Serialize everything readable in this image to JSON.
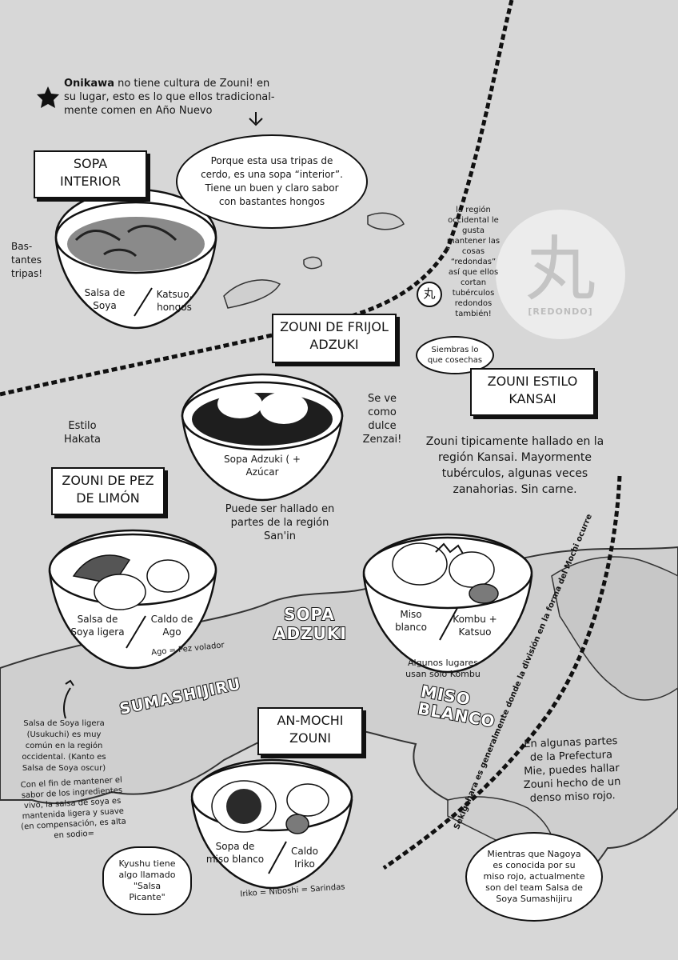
{
  "intro": {
    "author": "Onikawa",
    "text": "no tiene cultura de Zouni! en su lugar, esto es lo que ellos tradicional- mente comen en Año Nuevo"
  },
  "inner_soup": {
    "title": "SOPA INTERIOR",
    "speech": "Porque esta usa tripas de cerdo, es una sopa “interior”. Tiene un buen y claro sabor con bastantes hongos",
    "side_note": "Bas- tantes tripas!",
    "bowl_left": "Salsa de Soya",
    "bowl_right": "Katsuo, hongos"
  },
  "maru": {
    "kanji": "丸",
    "label": "[REDONDO]",
    "note": "la región occidental le gusta mantener las cosas “redondas” así que ellos cortan tubérculos redondos también!",
    "bubble": "Siembras lo que cosechas"
  },
  "adzuki": {
    "title": "ZOUNI DE FRIJOL ADZUKI",
    "side_note": "Se ve como dulce Zenzai!",
    "bowl_label": "Sopa Adzuki ( + Azúcar",
    "found": "Puede ser hallado en partes de la región San'in"
  },
  "kansai": {
    "title": "ZOUNI ESTILO KANSAI",
    "desc": "Zouni tipicamente hallado en la región Kansai. Mayormente tubérculos, algunas veces zanahorias. Sin carne.",
    "bowl_left": "Miso blanco",
    "bowl_right": "Kombu + Katsuo",
    "note": "Algunos lugares usan solo Kombu"
  },
  "yellowtail": {
    "style": "Estilo Hakata",
    "title": "ZOUNI DE PEZ DE LIMÓN",
    "bowl_left": "Salsa de Soya ligera",
    "bowl_right": "Caldo de Ago",
    "ago_note": "Ago = Pez volador"
  },
  "regions": {
    "adzuki": "SOPA ADZUKI",
    "sumashi": "SUMASHIJIRU",
    "miso": "MISO BLANCO"
  },
  "left_notes": {
    "usukuchi": "Salsa de Soya ligera (Usukuchi) es muy común en la región occidental. (Kanto es Salsa de Soya oscur)",
    "flavor": "Con el fin de mantener el sabor de los ingredientes vivo, la salsa de soya es mantenida ligera y suave (en compensación, es alta en sodio=",
    "kyushu": "Kyushu tiene algo llamado \"Salsa Picante\""
  },
  "anmochi": {
    "title": "AN-MOCHI ZOUNI",
    "bowl_left": "Sopa de miso blanco",
    "bowl_right": "Caldo Iriko",
    "iriko_note": "Iriko = Niboshi = Sarindas"
  },
  "divider_text": "Sekigahara es generalmente donde la división en la forma del Mochi ocurre",
  "mie": "En algunas partes de la Prefectura Mie, puedes hallar Zouni hecho de un denso miso rojo.",
  "nagoya": "Mientras que Nagoya es conocida por su miso rojo, actualmente son del team Salsa de Soya Sumashijiru"
}
